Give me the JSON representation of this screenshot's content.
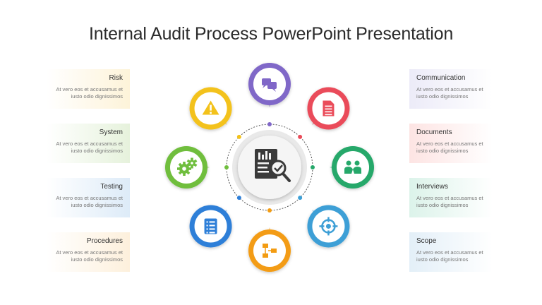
{
  "title": "Internal Audit Process PowerPoint Presentation",
  "description": "At vero eos et accusamus et iusto odio dignissimos",
  "left_cards": [
    {
      "title": "Risk",
      "bg": "#fdf3d9"
    },
    {
      "title": "System",
      "bg": "#e6f2dc"
    },
    {
      "title": "Testing",
      "bg": "#ddebf8"
    },
    {
      "title": "Procedures",
      "bg": "#fdf0dc"
    }
  ],
  "right_cards": [
    {
      "title": "Communication",
      "bg": "#ecebf8"
    },
    {
      "title": "Documents",
      "bg": "#fde4e3"
    },
    {
      "title": "Interviews",
      "bg": "#dcf3ea"
    },
    {
      "title": "Scope",
      "bg": "#e3eff8"
    }
  ],
  "nodes": [
    {
      "icon": "chat-bubbles-icon",
      "color": "#8067c8"
    },
    {
      "icon": "document-icon",
      "color": "#ea4c5a"
    },
    {
      "icon": "handshake-people-icon",
      "color": "#26a86a"
    },
    {
      "icon": "target-icon",
      "color": "#3d9fd6"
    },
    {
      "icon": "flowchart-icon",
      "color": "#f39c12"
    },
    {
      "icon": "checklist-icon",
      "color": "#2e7fd8"
    },
    {
      "icon": "gears-icon",
      "color": "#6fbe3d"
    },
    {
      "icon": "warning-icon",
      "color": "#f3c21a"
    }
  ],
  "center_icon": "audit-report-magnifier-icon"
}
